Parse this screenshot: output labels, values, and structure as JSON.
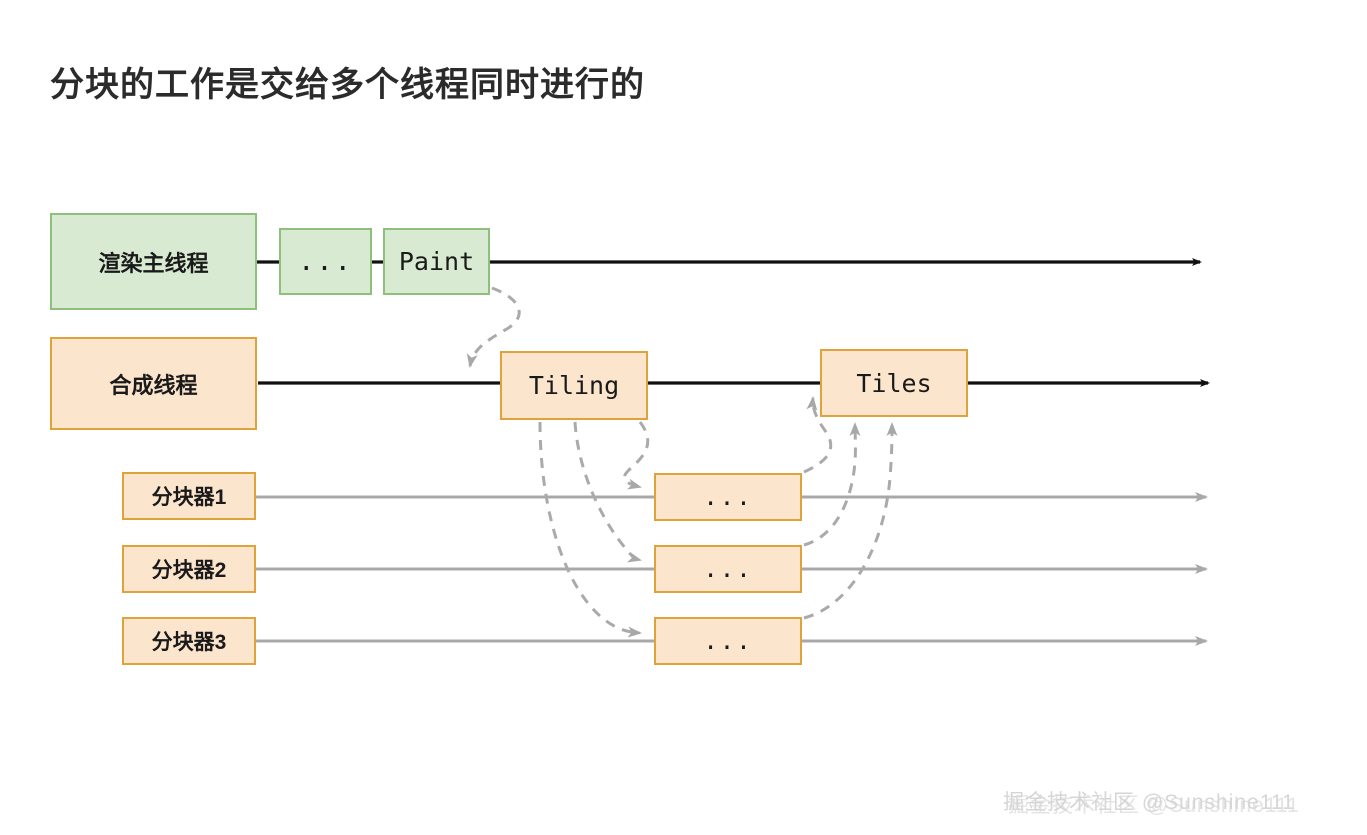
{
  "page": {
    "title": "分块的工作是交给多个线程同时进行的",
    "background_color": "#ffffff"
  },
  "colors": {
    "green_fill": "#d9ead3",
    "green_border": "#8ec07c",
    "orange_fill": "#fce5cd",
    "orange_border": "#e0a33c",
    "black_line": "#111111",
    "gray_line": "#9e9e9e",
    "dashed_arrow": "#aaaaaa",
    "title_text": "#2b2b2b",
    "watermark_text": "#d6d6d6"
  },
  "diagram": {
    "rows": [
      {
        "id": "render-main-thread",
        "track_style": "solid-black",
        "lane_label": "渲染主线程",
        "lane_color": "green",
        "blocks": [
          {
            "id": "main-ellipsis",
            "label": "...",
            "color": "green"
          },
          {
            "id": "paint",
            "label": "Paint",
            "color": "green"
          }
        ]
      },
      {
        "id": "compositor-thread",
        "track_style": "solid-black",
        "lane_label": "合成线程",
        "lane_color": "orange",
        "blocks": [
          {
            "id": "tiling",
            "label": "Tiling",
            "color": "orange"
          },
          {
            "id": "tiles",
            "label": "Tiles",
            "color": "orange"
          }
        ]
      },
      {
        "id": "tiler-1",
        "track_style": "solid-gray",
        "lane_label": "分块器1",
        "lane_color": "orange",
        "blocks": [
          {
            "id": "tiler-1-work",
            "label": "...",
            "color": "orange"
          }
        ]
      },
      {
        "id": "tiler-2",
        "track_style": "solid-gray",
        "lane_label": "分块器2",
        "lane_color": "orange",
        "blocks": [
          {
            "id": "tiler-2-work",
            "label": "...",
            "color": "orange"
          }
        ]
      },
      {
        "id": "tiler-3",
        "track_style": "solid-gray",
        "lane_label": "分块器3",
        "lane_color": "orange",
        "blocks": [
          {
            "id": "tiler-3-work",
            "label": "...",
            "color": "orange"
          }
        ]
      }
    ],
    "flows": [
      {
        "from": "paint",
        "to": "tiling",
        "style": "dashed"
      },
      {
        "from": "tiling",
        "to": "tiler-1-work",
        "style": "dashed"
      },
      {
        "from": "tiling",
        "to": "tiler-2-work",
        "style": "dashed"
      },
      {
        "from": "tiling",
        "to": "tiler-3-work",
        "style": "dashed"
      },
      {
        "from": "tiler-1-work",
        "to": "tiles",
        "style": "dashed"
      },
      {
        "from": "tiler-2-work",
        "to": "tiles",
        "style": "dashed"
      },
      {
        "from": "tiler-3-work",
        "to": "tiles",
        "style": "dashed"
      }
    ]
  },
  "watermark": {
    "text": "掘金技术社区 @Sunshine111"
  }
}
